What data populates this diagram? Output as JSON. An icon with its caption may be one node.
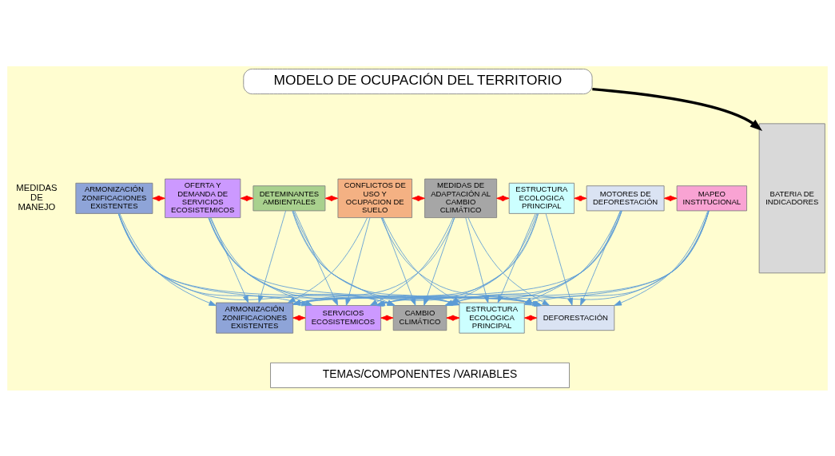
{
  "diagram": {
    "nodes": [
      {
        "text": [
          "MODELO DE OCUPACIÓN DEL TERRITORIO"
        ]
      },
      {
        "text": [
          "ARMONIZACIÓN ZONIFICACIONES EXISTENTES"
        ]
      },
      {
        "text": [
          "OFERTA Y DEMANDA DE SERVICIOS ECOSISTEMICOS"
        ]
      },
      {
        "text": [
          "DETEMINANTES AMBIENTALES"
        ]
      },
      {
        "text": [
          "CONFLICTOS DE USO Y OCUPACION DE SUELO"
        ]
      },
      {
        "text": [
          "MEDIDAS DE ADAPTACIÓN AL CAMBIO CLIMÁTICO"
        ]
      },
      {
        "text": [
          "ESTRUCTURA ECOLOGICA PRINCIPAL"
        ]
      },
      {
        "text": [
          "MOTORES DE DEFORESTACIÓN"
        ]
      },
      {
        "text": [
          "MAPEO INSTITUCIONAL"
        ]
      },
      {
        "text": [
          "ARMONIZACIÓN ZONIFICACIONES EXISTENTES"
        ]
      },
      {
        "text": [
          "SERVICIOS ECOSISTEMICOS"
        ]
      },
      {
        "text": [
          "CAMBIO CLIMÁTICO"
        ]
      },
      {
        "text": [
          "ESTRUCTURA ECOLOGICA PRINCIPAL"
        ]
      },
      {
        "text": [
          "DEFORESTACIÓN"
        ]
      },
      {
        "text": [
          "TEMAS/COMPONENTES /VARIABLES"
        ]
      },
      {
        "text": [
          "BATERIA DE INDICADORES"
        ]
      }
    ],
    "edges": [
      {
        "from": 0,
        "to": 15,
        "arrow": "to",
        "color": "#000000",
        "style": "thick"
      },
      {
        "from": 1,
        "to": 2,
        "arrow": "both",
        "color": "#ff0000"
      },
      {
        "from": 2,
        "to": 3,
        "arrow": "both",
        "color": "#ff0000"
      },
      {
        "from": 3,
        "to": 4,
        "arrow": "both",
        "color": "#ff0000"
      },
      {
        "from": 4,
        "to": 5,
        "arrow": "both",
        "color": "#ff0000"
      },
      {
        "from": 5,
        "to": 6,
        "arrow": "both",
        "color": "#ff0000"
      },
      {
        "from": 6,
        "to": 7,
        "arrow": "both",
        "color": "#ff0000"
      },
      {
        "from": 7,
        "to": 8,
        "arrow": "both",
        "color": "#ff0000"
      },
      {
        "from": 9,
        "to": 10,
        "arrow": "both",
        "color": "#ff0000"
      },
      {
        "from": 10,
        "to": 11,
        "arrow": "both",
        "color": "#ff0000"
      },
      {
        "from": 11,
        "to": 12,
        "arrow": "both",
        "color": "#ff0000"
      },
      {
        "from": 12,
        "to": 13,
        "arrow": "both",
        "color": "#ff0000"
      },
      {
        "from": 1,
        "to": 9,
        "arrow": "to"
      },
      {
        "from": 1,
        "to": 10,
        "arrow": "to"
      },
      {
        "from": 1,
        "to": 11,
        "arrow": "to"
      },
      {
        "from": 1,
        "to": 12,
        "arrow": "to"
      },
      {
        "from": 1,
        "to": 13,
        "arrow": "to"
      },
      {
        "from": 2,
        "to": 9,
        "arrow": "to"
      },
      {
        "from": 2,
        "to": 10,
        "arrow": "to"
      },
      {
        "from": 2,
        "to": 11,
        "arrow": "to"
      },
      {
        "from": 2,
        "to": 12,
        "arrow": "to"
      },
      {
        "from": 2,
        "to": 13,
        "arrow": "to"
      },
      {
        "from": 3,
        "to": 9,
        "arrow": "to"
      },
      {
        "from": 3,
        "to": 10,
        "arrow": "to"
      },
      {
        "from": 3,
        "to": 11,
        "arrow": "to"
      },
      {
        "from": 3,
        "to": 12,
        "arrow": "to"
      },
      {
        "from": 3,
        "to": 13,
        "arrow": "to"
      },
      {
        "from": 4,
        "to": 9,
        "arrow": "to"
      },
      {
        "from": 4,
        "to": 10,
        "arrow": "to"
      },
      {
        "from": 4,
        "to": 11,
        "arrow": "to"
      },
      {
        "from": 4,
        "to": 12,
        "arrow": "to"
      },
      {
        "from": 4,
        "to": 13,
        "arrow": "to"
      },
      {
        "from": 5,
        "to": 9,
        "arrow": "to"
      },
      {
        "from": 5,
        "to": 10,
        "arrow": "to"
      },
      {
        "from": 5,
        "to": 11,
        "arrow": "to"
      },
      {
        "from": 5,
        "to": 12,
        "arrow": "to"
      },
      {
        "from": 5,
        "to": 13,
        "arrow": "to"
      },
      {
        "from": 6,
        "to": 9,
        "arrow": "to"
      },
      {
        "from": 6,
        "to": 10,
        "arrow": "to"
      },
      {
        "from": 6,
        "to": 11,
        "arrow": "to"
      },
      {
        "from": 6,
        "to": 12,
        "arrow": "to"
      },
      {
        "from": 6,
        "to": 13,
        "arrow": "to"
      },
      {
        "from": 7,
        "to": 9,
        "arrow": "to"
      },
      {
        "from": 7,
        "to": 10,
        "arrow": "to"
      },
      {
        "from": 7,
        "to": 11,
        "arrow": "to"
      },
      {
        "from": 7,
        "to": 12,
        "arrow": "to"
      },
      {
        "from": 7,
        "to": 13,
        "arrow": "to"
      },
      {
        "from": 8,
        "to": 9,
        "arrow": "to"
      },
      {
        "from": 8,
        "to": 10,
        "arrow": "to"
      },
      {
        "from": 8,
        "to": 11,
        "arrow": "to"
      },
      {
        "from": 8,
        "to": 12,
        "arrow": "to"
      },
      {
        "from": 8,
        "to": 13,
        "arrow": "to"
      }
    ],
    "labels": [
      "MEDIDAS DE MANEJO"
    ]
  }
}
